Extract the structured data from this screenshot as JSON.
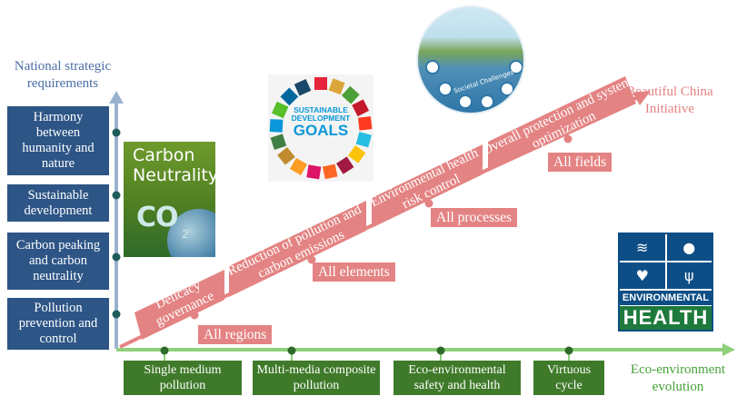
{
  "vertical_axis": {
    "title": "National strategic requirements",
    "boxes": [
      "Harmony between humanity and nature",
      "Sustainable development",
      "Carbon peaking and carbon neutrality",
      "Pollution prevention and control"
    ]
  },
  "horizontal_axis": {
    "title": "Eco-environment evolution",
    "boxes": [
      "Single medium pollution",
      "Multi-media composite pollution",
      "Eco-environmental safety and health",
      "Virtuous cycle"
    ]
  },
  "diagonal": {
    "title": "Beautiful China Initiative",
    "stages": [
      {
        "band": "Delicacy governance",
        "scope": "All regions"
      },
      {
        "band": "Reduction of pollution and carbon emissions",
        "scope": "All elements"
      },
      {
        "band": "Environmental health risk control",
        "scope": "All processes"
      },
      {
        "band": "Overall protection and system optimization",
        "scope": "All fields"
      }
    ]
  },
  "images": {
    "carbon_neutrality": {
      "title_line1": "Carbon",
      "title_line2": "Neutrality",
      "co2": "CO",
      "subscript": "2"
    },
    "sdg": {
      "line1": "SUSTAINABLE DEVELOPMENT",
      "line2": "GOALS"
    },
    "societal": {
      "label": "Societal Challenges"
    },
    "environmental_health": {
      "line1": "ENVIRONMENTAL",
      "line2": "HEALTH"
    }
  },
  "colors": {
    "blue_axis": "#9bb2cf",
    "blue_box": "#2d5586",
    "green_axis": "#8fd07a",
    "green_box": "#3f7a2a",
    "pink": "#e48383",
    "dot": "#1f5c5c"
  }
}
